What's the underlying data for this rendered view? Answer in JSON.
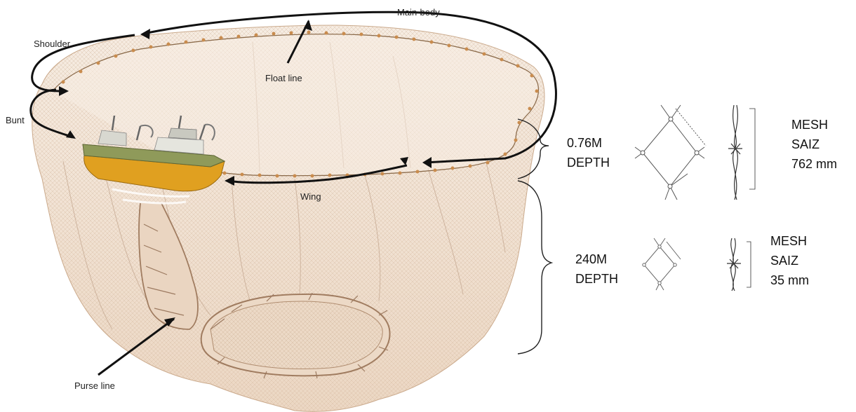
{
  "labels": {
    "main_body": "Main-body",
    "shoulder": "Shoulder",
    "float_line": "Float line",
    "bunt": "Bunt",
    "wing": "Wing",
    "purse_line": "Purse line"
  },
  "depth_upper": {
    "line1": "0.76M",
    "line2": "DEPTH"
  },
  "depth_lower": {
    "line1": "240M",
    "line2": "DEPTH"
  },
  "mesh_upper": {
    "line1": "MESH",
    "line2": "SAIZ",
    "line3": "762 mm"
  },
  "mesh_lower": {
    "line1": "MESH",
    "line2": "SAIZ",
    "line3": "35 mm"
  },
  "colors": {
    "net_fill": "#efdccb",
    "net_line": "#c9ab90",
    "float": "#c98c4e",
    "arrow": "#111111",
    "hull": "#e0a020",
    "deck": "#8f9a5a"
  },
  "icons": [
    "purse-seine-net-illustration",
    "fishing-vessel-icon",
    "mesh-diagram-large",
    "mesh-diagram-small"
  ]
}
